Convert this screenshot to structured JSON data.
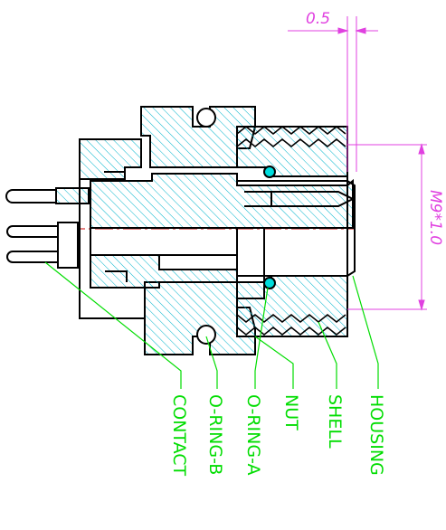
{
  "dimensions": {
    "gap": "0.5",
    "thread": "M9*1.0"
  },
  "callouts": [
    {
      "id": "contact",
      "label": "CONTACT"
    },
    {
      "id": "o-ring-b",
      "label": "O-RING-B"
    },
    {
      "id": "o-ring-a",
      "label": "O-RING-A"
    },
    {
      "id": "nut",
      "label": "NUT"
    },
    {
      "id": "shell",
      "label": "SHELL"
    },
    {
      "id": "housing",
      "label": "HOUSING"
    }
  ],
  "colors": {
    "outline": "#000000",
    "hatch": "#00b4cc",
    "dimension": "#e040e0",
    "leader": "#00dd00",
    "centerline": "#cc0000",
    "oring_fill": "#00dddd"
  }
}
